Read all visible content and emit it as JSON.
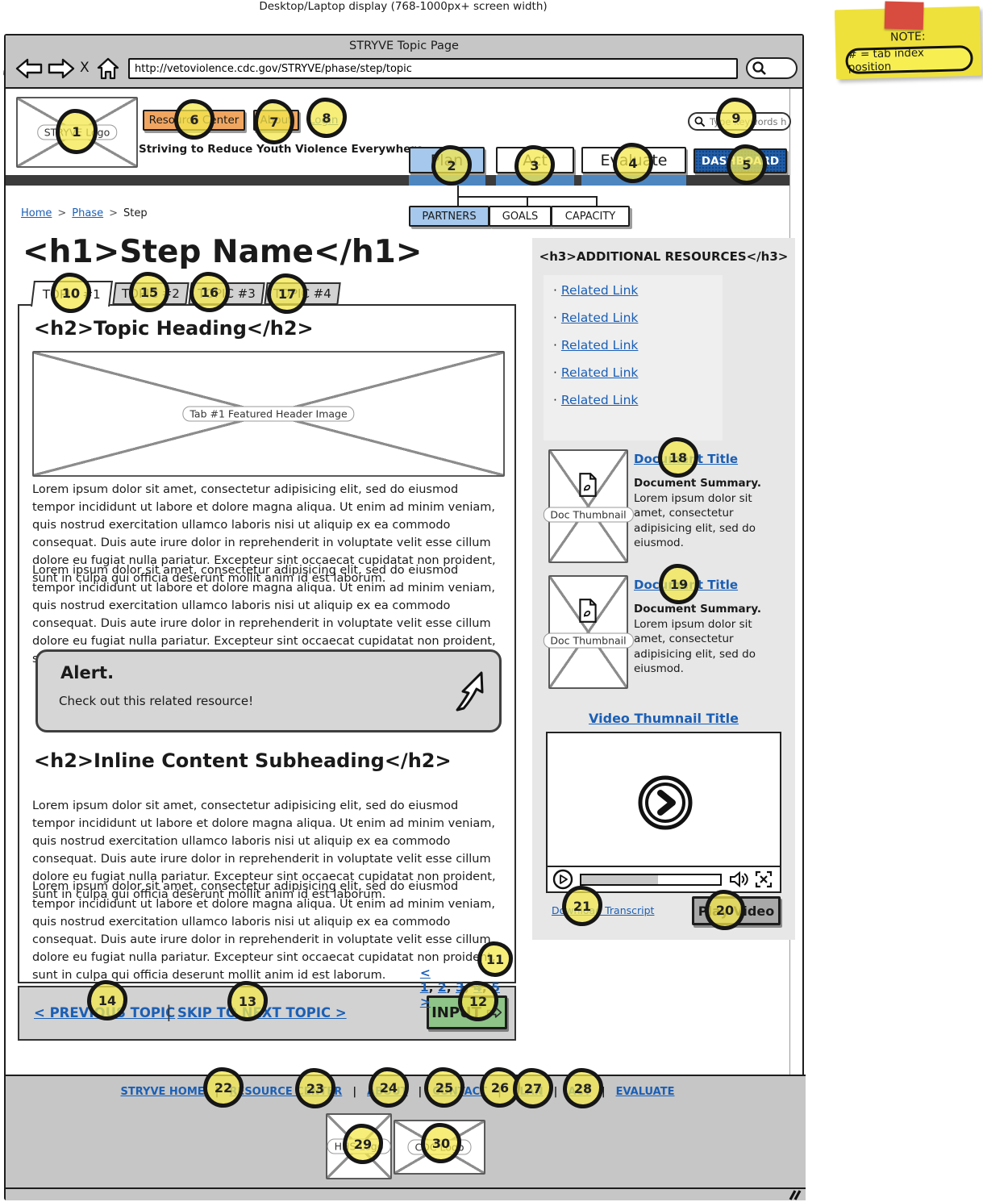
{
  "page_label": "Desktop/Laptop display (768-1000px+ screen width)",
  "note": {
    "title": "NOTE:",
    "body": "# = tab index position"
  },
  "browser": {
    "title": "STRYVE Topic Page",
    "url": "http://vetoviolence.cdc.gov/STRYVE/phase/step/topic",
    "close_label": "X"
  },
  "header": {
    "logo_label": "STRYVE Logo",
    "resource_center_label": "Resource Center",
    "about_label": "About",
    "login_label": "Login",
    "search_placeholder": "Type keywords here...",
    "tagline": "Striving to Reduce Youth Violence Everywhere",
    "nav_plan": "Plan",
    "nav_act": "Act",
    "nav_evaluate": "Evaluate",
    "nav_dashboard": "DASHBOARD"
  },
  "subnav": {
    "partners": "PARTNERS",
    "goals": "GOALS",
    "capacity": "CAPACITY"
  },
  "breadcrumb": {
    "home": "Home",
    "phase": "Phase",
    "step": "Step",
    "separator": ">"
  },
  "main": {
    "h1": "<h1>Step Name</h1>",
    "tabs": [
      "TOPIC #1",
      "TOPIC #2",
      "TOPIC #3",
      "TOPIC #4"
    ],
    "topic_heading": "<h2>Topic Heading</h2>",
    "featured_image_label": "Tab #1 Featured Header Image",
    "lorem": "Lorem ipsum dolor sit amet, consectetur adipisicing elit, sed do eiusmod tempor incididunt ut labore et dolore magna aliqua. Ut enim ad minim veniam, quis nostrud exercitation ullamco laboris nisi ut aliquip ex ea commodo consequat. Duis aute irure dolor in reprehenderit in voluptate velit esse cillum dolore eu fugiat nulla pariatur. Excepteur sint occaecat cupidatat non proident, sunt in culpa qui officia deserunt mollit anim id est laborum.",
    "alert": {
      "title": "Alert.",
      "body": "Check out this related resource!"
    },
    "inline_heading": "<h2>Inline Content Subheading</h2>",
    "pagination": {
      "prev": "<",
      "pages": [
        "1",
        "2",
        "3",
        "4",
        "5"
      ],
      "next": ">",
      "separator": ", "
    },
    "prev_topic": "< PREVIOUS TOPIC",
    "divider": "|",
    "skip_next": "SKIP TO NEXT TOPIC >",
    "input_label": "INPUT"
  },
  "sidebar": {
    "heading": "<h3>ADDITIONAL RESOURCES</h3>",
    "bullet": "·",
    "related_links": [
      "Related Link",
      "Related Link",
      "Related Link",
      "Related Link",
      "Related Link"
    ],
    "documents": [
      {
        "thumb": "Doc Thumbnail",
        "title": "Document Title",
        "summary_lead": "Document Summary.",
        "summary": " Lorem ipsum dolor sit amet, consectetur adipisicing elit, sed do eiusmod."
      },
      {
        "thumb": "Doc Thumbnail",
        "title": "Document Title",
        "summary_lead": "Document Summary.",
        "summary": " Lorem ipsum dolor sit amet, consectetur adipisicing elit, sed do eiusmod."
      }
    ],
    "video": {
      "title": "Video Thumnail Title",
      "download_transcript": "Download Transcript",
      "play_button": "Play Video"
    }
  },
  "footer": {
    "links": [
      "STRYVE HOME",
      "RESOURCE CENTER",
      "ABOUT",
      "CONTACT",
      "PLAN",
      "ACT",
      "EVALUATE"
    ],
    "separator": "|",
    "hhs_logo": "HHS Logo",
    "cdc_logo": "CDC Logo"
  },
  "annotations": [
    "1",
    "2",
    "3",
    "4",
    "5",
    "6",
    "7",
    "8",
    "9",
    "10",
    "11",
    "12",
    "13",
    "14",
    "15",
    "16",
    "17",
    "18",
    "19",
    "20",
    "21",
    "22",
    "23",
    "24",
    "25",
    "26",
    "27",
    "28",
    "29",
    "30"
  ],
  "colors": {
    "accent_orange": "#f0a661",
    "accent_blue": "#a5c8ec",
    "dark_blue": "#1f5da9",
    "link_blue": "#1b5fb5",
    "highlight_yellow": "#f4e84e",
    "sticky_yellow": "#efe13b",
    "tape_red": "#d84b3f",
    "button_green": "#8ec487",
    "chrome_gray": "#c6c6c6"
  }
}
